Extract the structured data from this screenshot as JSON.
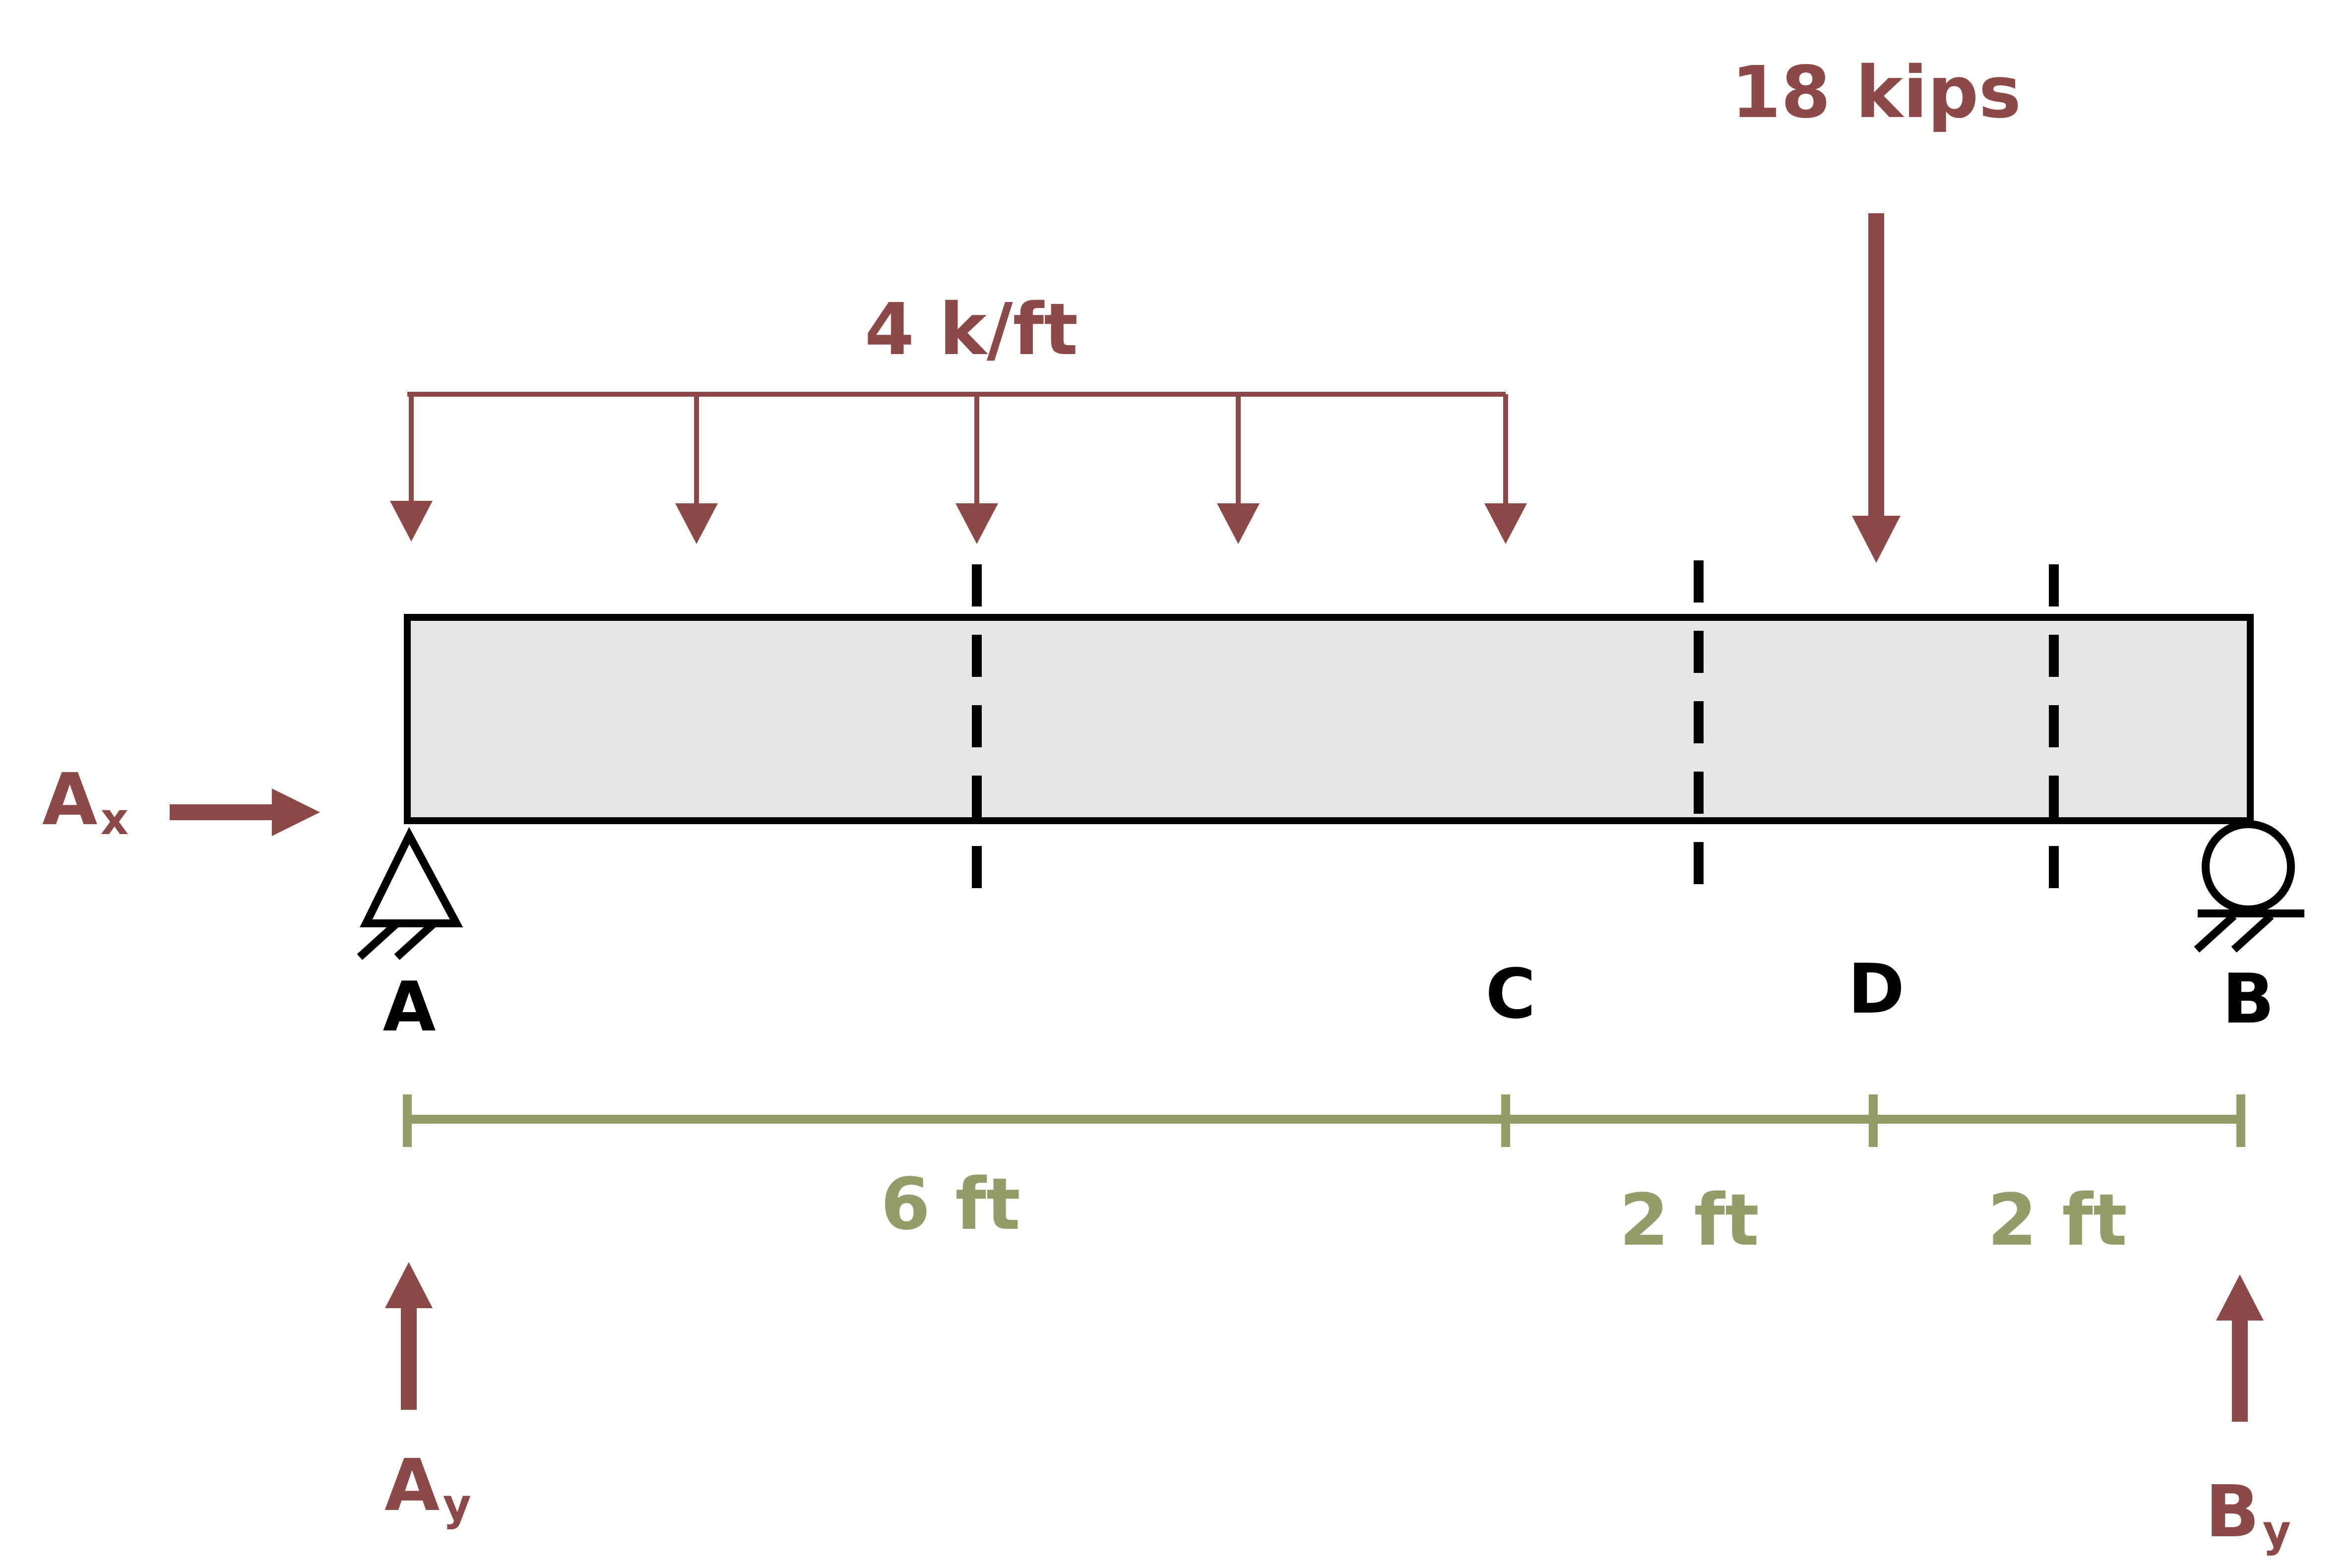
{
  "colors": {
    "load": "#8b4a48",
    "dimension": "#939d6a",
    "beam_fill": "#e6e6e6",
    "outline": "#000000"
  },
  "loads": {
    "distributed": "4 k/ft",
    "point": "18 kips"
  },
  "points": {
    "a": "A",
    "c": "C",
    "d": "D",
    "b": "B"
  },
  "dimensions": {
    "ac": "6 ft",
    "cd": "2 ft",
    "db": "2 ft"
  },
  "reactions": {
    "ax": {
      "main": "A",
      "sub": "x"
    },
    "ay": {
      "main": "A",
      "sub": "y"
    },
    "by": {
      "main": "B",
      "sub": "y"
    }
  },
  "supports": {
    "a": "pin-support-icon",
    "b": "roller-support-icon"
  }
}
